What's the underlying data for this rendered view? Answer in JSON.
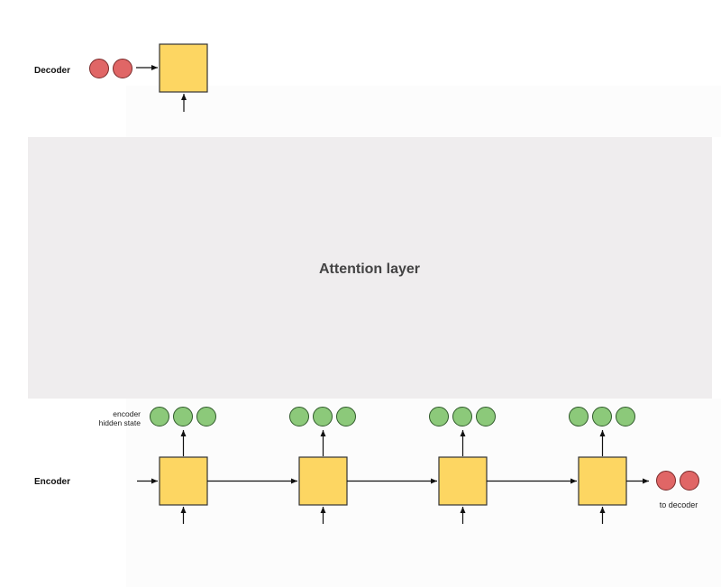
{
  "labels": {
    "decoder": "Decoder",
    "encoder": "Encoder",
    "attention": "Attention layer",
    "hidden_state_line1": "encoder",
    "hidden_state_line2": "hidden state",
    "to_decoder": "to decoder"
  },
  "encoder_steps": 4,
  "hidden_state_dots_per_step": 3,
  "decoder_input_dots": 2,
  "encoder_output_dots": 2,
  "colors": {
    "cell_fill": "#fdd662",
    "cell_stroke": "#333333",
    "hidden_dot_fill": "#8cc97a",
    "hidden_dot_stroke": "#2f5a2a",
    "context_dot_fill": "#e06666",
    "context_dot_stroke": "#7a2a2a",
    "attention_fill": "#efedee",
    "arrow": "#111111"
  }
}
